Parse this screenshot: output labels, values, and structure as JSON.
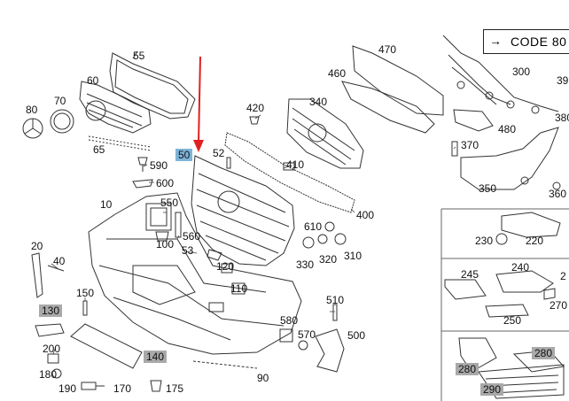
{
  "code_box": {
    "arrow": "→",
    "text": "CODE 80"
  },
  "callouts": {
    "n55": "55",
    "n60": "60",
    "n70": "70",
    "n80": "80",
    "n65": "65",
    "n590": "590",
    "n600": "600",
    "n50": "50",
    "n52": "52",
    "n550": "550",
    "n100": "100",
    "n560": "560",
    "n53": "53",
    "n10": "10",
    "n20": "20",
    "n40": "40",
    "n130": "130",
    "n150": "150",
    "n200": "200",
    "n180": "180",
    "n190": "190",
    "n170": "170",
    "n175": "175",
    "n140": "140",
    "n90": "90",
    "n120": "120",
    "n110": "110",
    "n580": "580",
    "n570": "570",
    "n510": "510",
    "n500": "500",
    "n420": "420",
    "n340": "340",
    "n410": "410",
    "n400": "400",
    "n610": "610",
    "n330": "330",
    "n320": "320",
    "n310": "310",
    "n460": "460",
    "n470": "470",
    "n300": "300",
    "n39": "39",
    "n380": "380",
    "n480": "480",
    "n370": "370",
    "n350": "350",
    "n360": "360",
    "n230": "230",
    "n220": "220",
    "n245": "245",
    "n240": "240",
    "n2x": "2",
    "n270": "270",
    "n250": "250",
    "n280a": "280",
    "n280b": "280",
    "n290": "290"
  },
  "colors": {
    "pointer_arrow": "#e02020",
    "highlight_blue": "#7fb4d8",
    "highlight_gray": "#a9a9a9",
    "line": "#333333"
  }
}
